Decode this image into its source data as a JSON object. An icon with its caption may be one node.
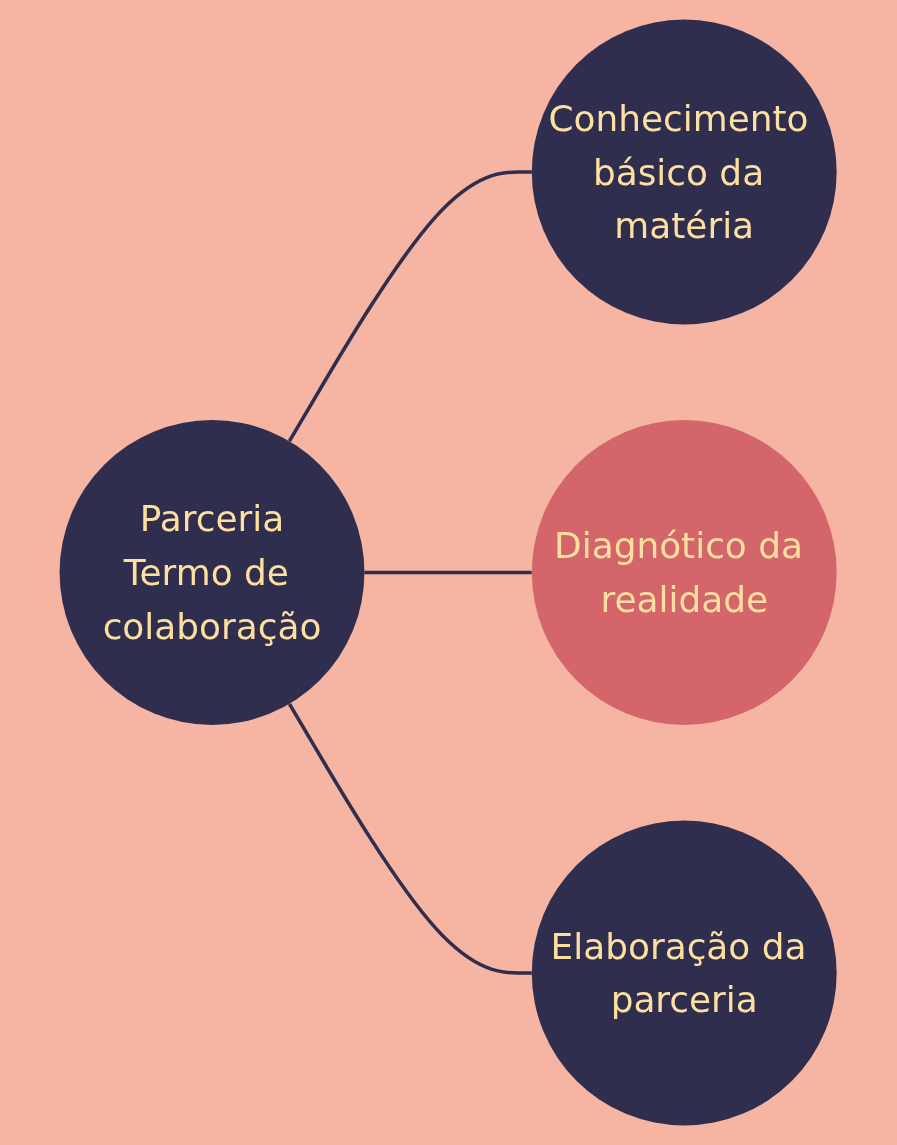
{
  "diagram": {
    "nodes": [
      {
        "text": [
          "Conhecimento básico da matéria"
        ]
      },
      {
        "text": [
          "Parceria",
          "Termo de colaboração"
        ]
      },
      {
        "text": [
          "Diagnótico da realidade"
        ]
      },
      {
        "text": [
          "Elaboração da parceria"
        ]
      }
    ],
    "edges": [
      {
        "from": 1,
        "to": 0,
        "arrow": "none"
      },
      {
        "from": 1,
        "to": 2,
        "arrow": "none"
      },
      {
        "from": 1,
        "to": 3,
        "arrow": "none"
      }
    ]
  }
}
